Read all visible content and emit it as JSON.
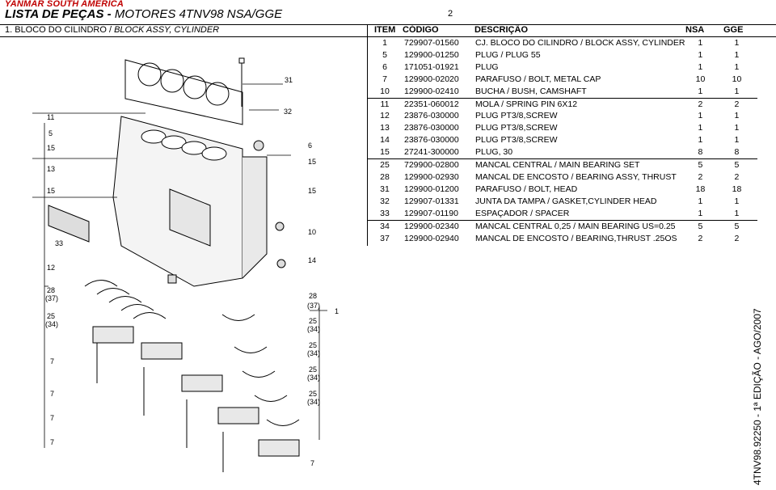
{
  "header": {
    "brand": "YANMAR SOUTH AMERICA",
    "title_main": "LISTA DE PEÇAS -",
    "title_rest": "MOTORES 4TNV98 NSA/GGE",
    "page_number": "2"
  },
  "section": {
    "label_plain": "1. BLOCO DO CILINDRO /",
    "label_italic": "BLOCK ASSY, CYLINDER"
  },
  "columns": {
    "item": "ITEM",
    "code": "CÓDIGO",
    "description": "DESCRIÇÃO",
    "nsa": "NSA",
    "gge": "GGE"
  },
  "rows": [
    {
      "item": "1",
      "code": "729907-01560",
      "desc": "CJ. BLOCO DO CILINDRO / BLOCK ASSY, CYLINDER",
      "nsa": "1",
      "gge": "1"
    },
    {
      "item": "5",
      "code": "129900-01250",
      "desc": "PLUG / PLUG 55",
      "nsa": "1",
      "gge": "1"
    },
    {
      "item": "6",
      "code": "171051-01921",
      "desc": "PLUG",
      "nsa": "1",
      "gge": "1"
    },
    {
      "item": "7",
      "code": "129900-02020",
      "desc": "PARAFUSO / BOLT, METAL CAP",
      "nsa": "10",
      "gge": "10"
    },
    {
      "item": "10",
      "code": "129900-02410",
      "desc": "BUCHA / BUSH, CAMSHAFT",
      "nsa": "1",
      "gge": "1"
    },
    {
      "item": "11",
      "code": "22351-060012",
      "desc": "MOLA / SPRING PIN 6X12",
      "nsa": "2",
      "gge": "2"
    },
    {
      "item": "12",
      "code": "23876-030000",
      "desc": "PLUG PT3/8,SCREW",
      "nsa": "1",
      "gge": "1"
    },
    {
      "item": "13",
      "code": "23876-030000",
      "desc": "PLUG PT3/8,SCREW",
      "nsa": "1",
      "gge": "1"
    },
    {
      "item": "14",
      "code": "23876-030000",
      "desc": "PLUG PT3/8,SCREW",
      "nsa": "1",
      "gge": "1"
    },
    {
      "item": "15",
      "code": "27241-300000",
      "desc": "PLUG, 30",
      "nsa": "8",
      "gge": "8"
    },
    {
      "item": "25",
      "code": "729900-02800",
      "desc": "MANCAL CENTRAL / MAIN BEARING SET",
      "nsa": "5",
      "gge": "5"
    },
    {
      "item": "28",
      "code": "129900-02930",
      "desc": "MANCAL DE ENCOSTO / BEARING ASSY, THRUST",
      "nsa": "2",
      "gge": "2"
    },
    {
      "item": "31",
      "code": "129900-01200",
      "desc": "PARAFUSO / BOLT, HEAD",
      "nsa": "18",
      "gge": "18"
    },
    {
      "item": "32",
      "code": "129907-01331",
      "desc": "JUNTA DA TAMPA / GASKET,CYLINDER HEAD",
      "nsa": "1",
      "gge": "1"
    },
    {
      "item": "33",
      "code": "129907-01190",
      "desc": "ESPAÇADOR / SPACER",
      "nsa": "1",
      "gge": "1"
    },
    {
      "item": "34",
      "code": "129900-02340",
      "desc": "MANCAL CENTRAL 0,25 / MAIN BEARING US=0.25",
      "nsa": "5",
      "gge": "5"
    },
    {
      "item": "37",
      "code": "129900-02940",
      "desc": "MANCAL DE ENCOSTO / BEARING,THRUST .25OS",
      "nsa": "2",
      "gge": "2"
    }
  ],
  "callouts": {
    "top": [
      "31",
      "32",
      "11",
      "5",
      "15",
      "6",
      "13",
      "15",
      "15",
      "15",
      "10",
      "33",
      "12",
      "14"
    ],
    "bottom_left": [
      "28",
      "(37)",
      "25",
      "(34)",
      "7",
      "7",
      "7",
      "7"
    ],
    "bottom_right": [
      "28",
      "(37)",
      "25",
      "(34)",
      "25",
      "(34)",
      "25",
      "(34)",
      "25",
      "(34)",
      "7",
      "1"
    ]
  },
  "side_label": "4TNV98.92250 - 1ª EDIÇÃO - AGO/2007",
  "colors": {
    "brand": "#c00000",
    "ink": "#000000"
  }
}
